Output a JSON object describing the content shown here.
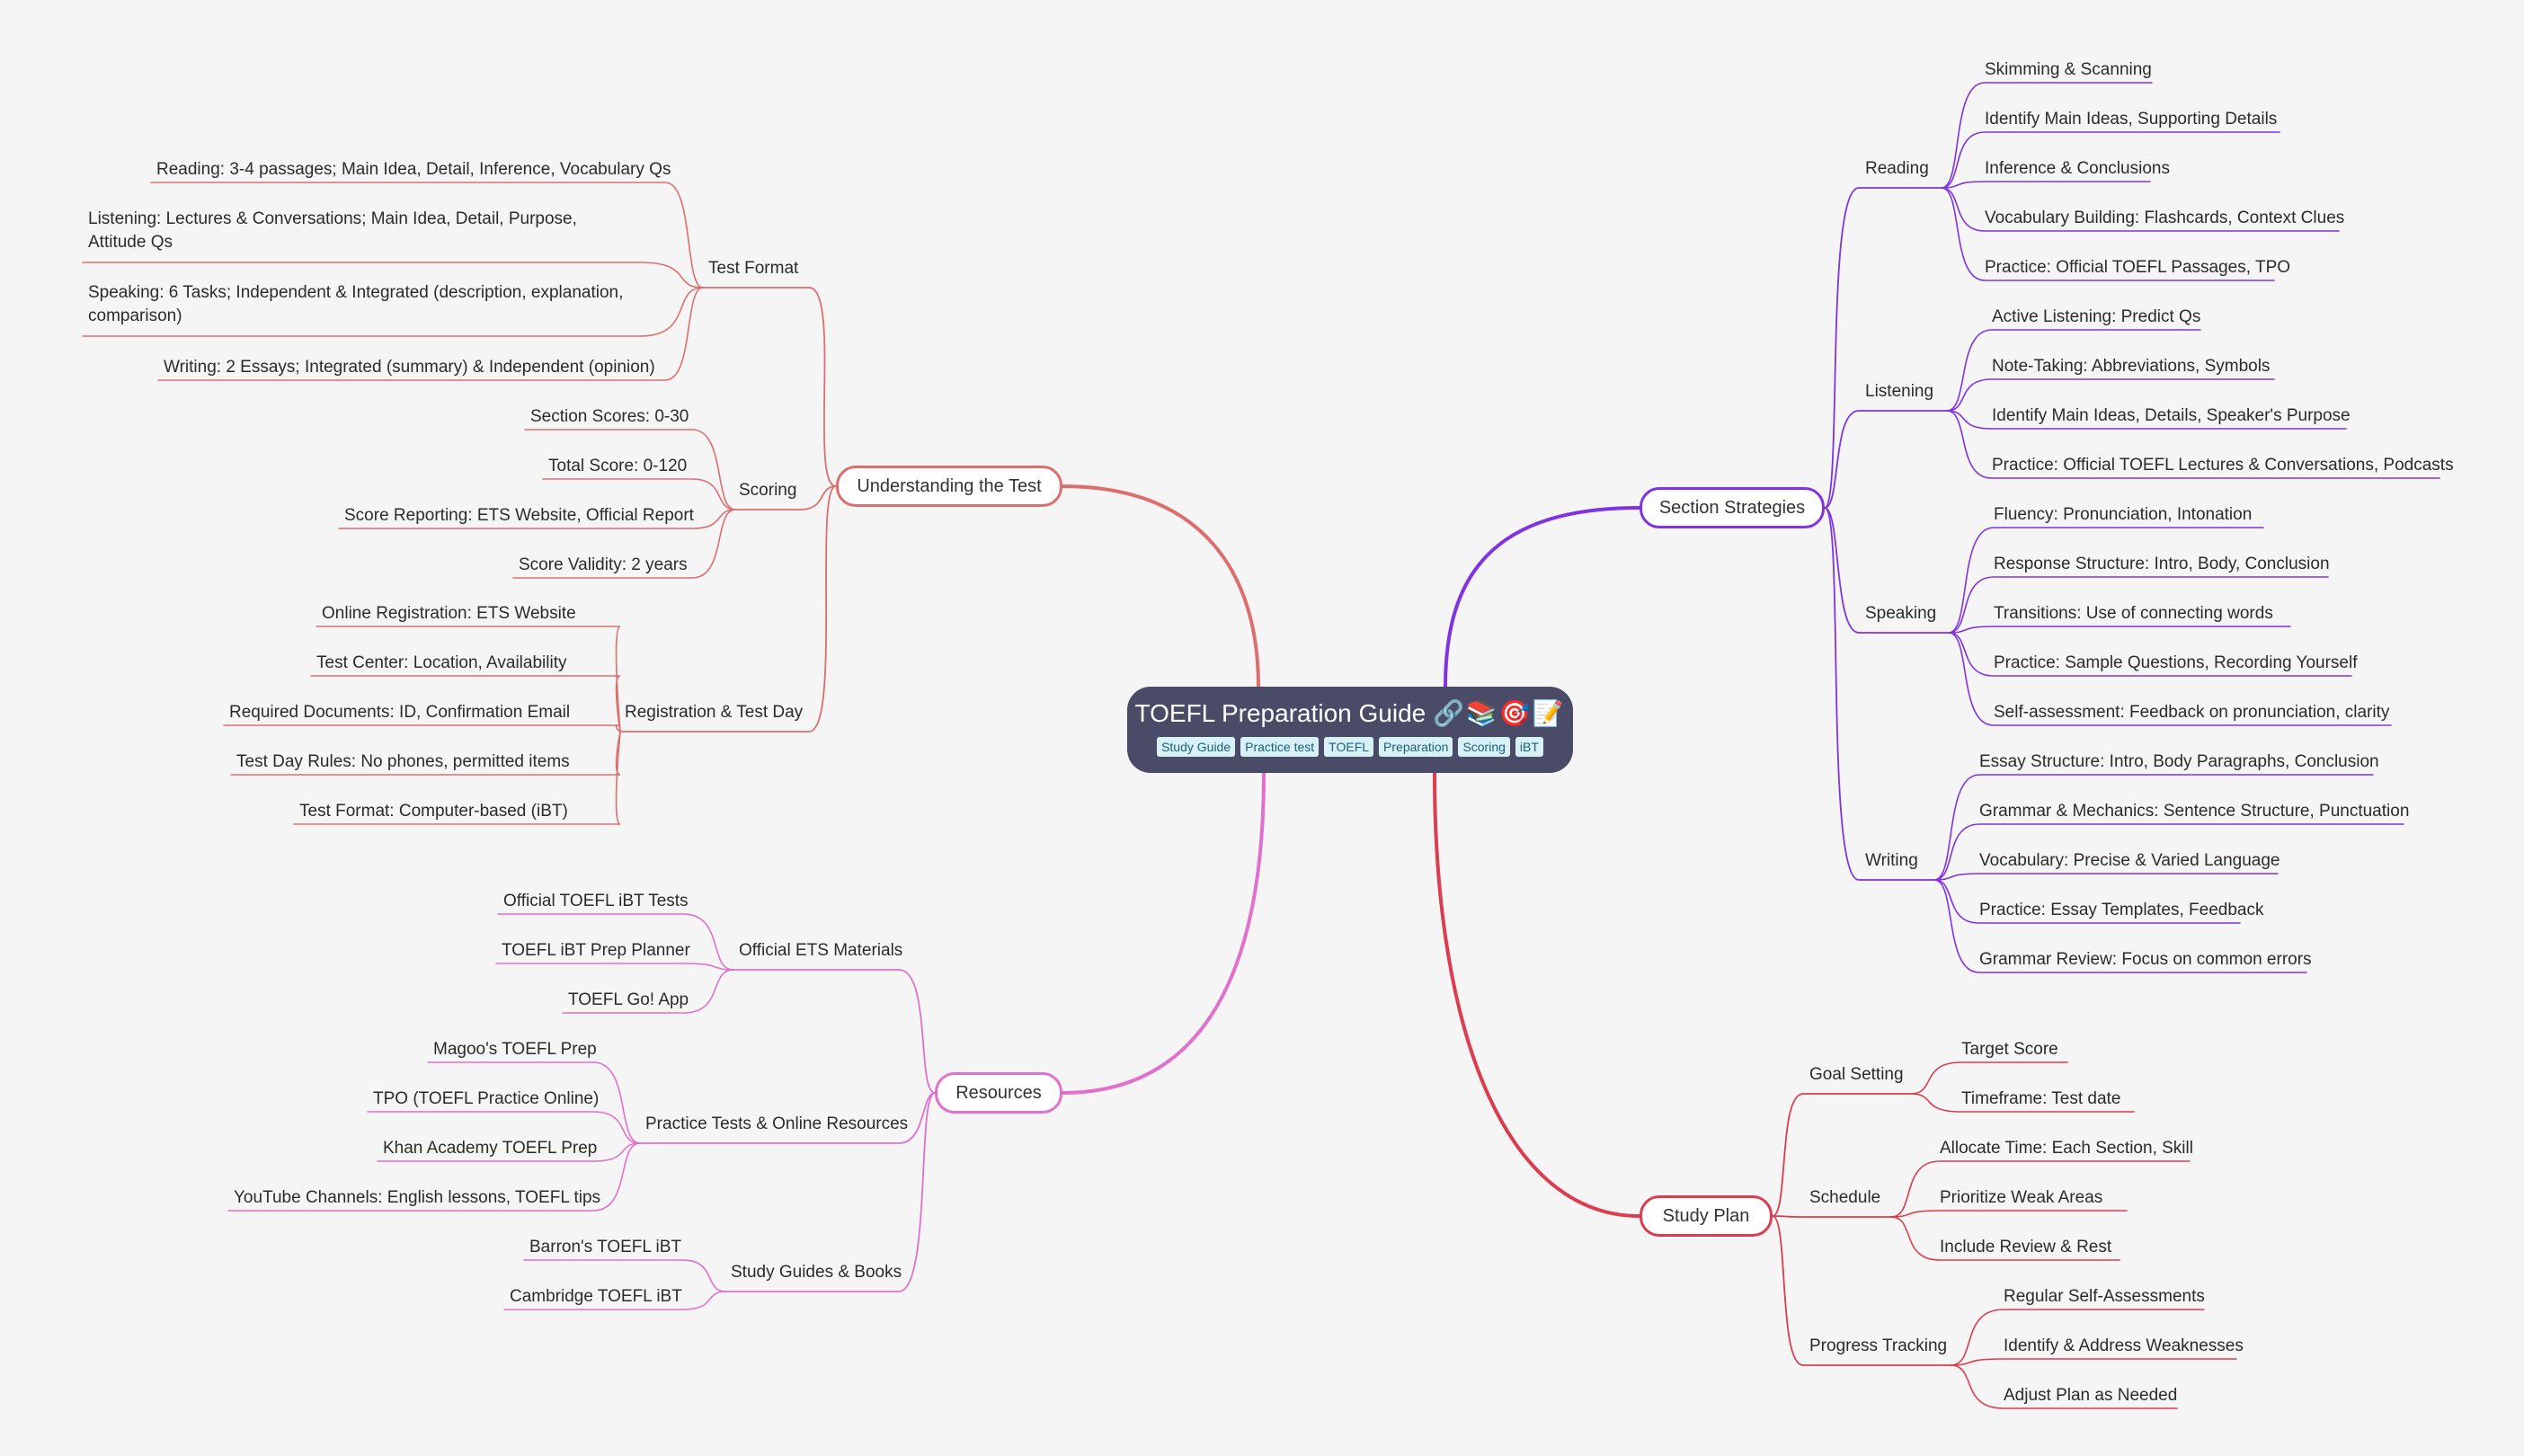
{
  "root": {
    "title": "TOEFL Preparation Guide",
    "emoji": "🔗📚🎯📝",
    "tags": [
      "Study Guide",
      "Practice test",
      "TOEFL",
      "Preparation",
      "Scoring",
      "iBT"
    ]
  },
  "branches": [
    {
      "id": "understanding",
      "label": "Understanding the Test",
      "color": "#dc6e6e",
      "groups": [
        {
          "label": "Test Format",
          "items": [
            "Reading: 3-4 passages; Main Idea, Detail, Inference, Vocabulary Qs",
            "Listening: Lectures & Conversations; Main Idea, Detail, Purpose, Attitude Qs",
            "Speaking: 6 Tasks; Independent & Integrated (description, explanation, comparison)",
            "Writing: 2 Essays; Integrated (summary) & Independent (opinion)"
          ]
        },
        {
          "label": "Scoring",
          "items": [
            "Section Scores: 0-30",
            "Total Score: 0-120",
            "Score Reporting: ETS Website, Official Report",
            "Score Validity: 2 years"
          ]
        },
        {
          "label": "Registration & Test Day",
          "items": [
            "Online Registration: ETS Website",
            "Test Center: Location, Availability",
            "Required Documents: ID, Confirmation Email",
            "Test Day Rules:  No phones, permitted items",
            "Test Format:  Computer-based (iBT)"
          ]
        }
      ]
    },
    {
      "id": "resources",
      "label": "Resources",
      "color": "#e070cc",
      "groups": [
        {
          "label": "Official ETS Materials",
          "items": [
            "Official TOEFL iBT Tests",
            "TOEFL iBT Prep Planner",
            "TOEFL Go! App"
          ]
        },
        {
          "label": "Practice Tests & Online Resources",
          "items": [
            "Magoo's TOEFL Prep",
            "TPO (TOEFL Practice Online)",
            "Khan Academy TOEFL Prep",
            "YouTube Channels:  English lessons, TOEFL tips"
          ]
        },
        {
          "label": "Study Guides & Books",
          "items": [
            "Barron's TOEFL iBT",
            "Cambridge TOEFL iBT"
          ]
        }
      ]
    },
    {
      "id": "strategies",
      "label": "Section Strategies",
      "color": "#8033e0",
      "groups": [
        {
          "label": "Reading",
          "items": [
            "Skimming & Scanning",
            "Identify Main Ideas, Supporting Details",
            "Inference & Conclusions",
            "Vocabulary Building: Flashcards, Context Clues",
            "Practice: Official TOEFL Passages, TPO"
          ]
        },
        {
          "label": "Listening",
          "items": [
            "Active Listening: Predict Qs",
            "Note-Taking: Abbreviations, Symbols",
            "Identify Main Ideas, Details, Speaker's Purpose",
            "Practice: Official TOEFL Lectures & Conversations, Podcasts"
          ]
        },
        {
          "label": "Speaking",
          "items": [
            "Fluency: Pronunciation, Intonation",
            "Response Structure: Intro, Body, Conclusion",
            "Transitions: Use of connecting words",
            "Practice: Sample Questions, Recording Yourself",
            "Self-assessment: Feedback on pronunciation, clarity"
          ]
        },
        {
          "label": "Writing",
          "items": [
            "Essay Structure: Intro, Body Paragraphs, Conclusion",
            "Grammar & Mechanics: Sentence Structure, Punctuation",
            "Vocabulary: Precise & Varied Language",
            "Practice: Essay Templates, Feedback",
            "Grammar Review: Focus on common errors"
          ]
        }
      ]
    },
    {
      "id": "studyplan",
      "label": "Study Plan",
      "color": "#dc3c50",
      "groups": [
        {
          "label": "Goal Setting",
          "items": [
            "Target Score",
            "Timeframe: Test date"
          ]
        },
        {
          "label": "Schedule",
          "items": [
            "Allocate Time: Each Section, Skill",
            "Prioritize Weak Areas",
            "Include Review & Rest"
          ]
        },
        {
          "label": "Progress Tracking",
          "items": [
            "Regular Self-Assessments",
            "Identify & Address Weaknesses",
            "Adjust Plan as Needed"
          ]
        }
      ]
    }
  ]
}
